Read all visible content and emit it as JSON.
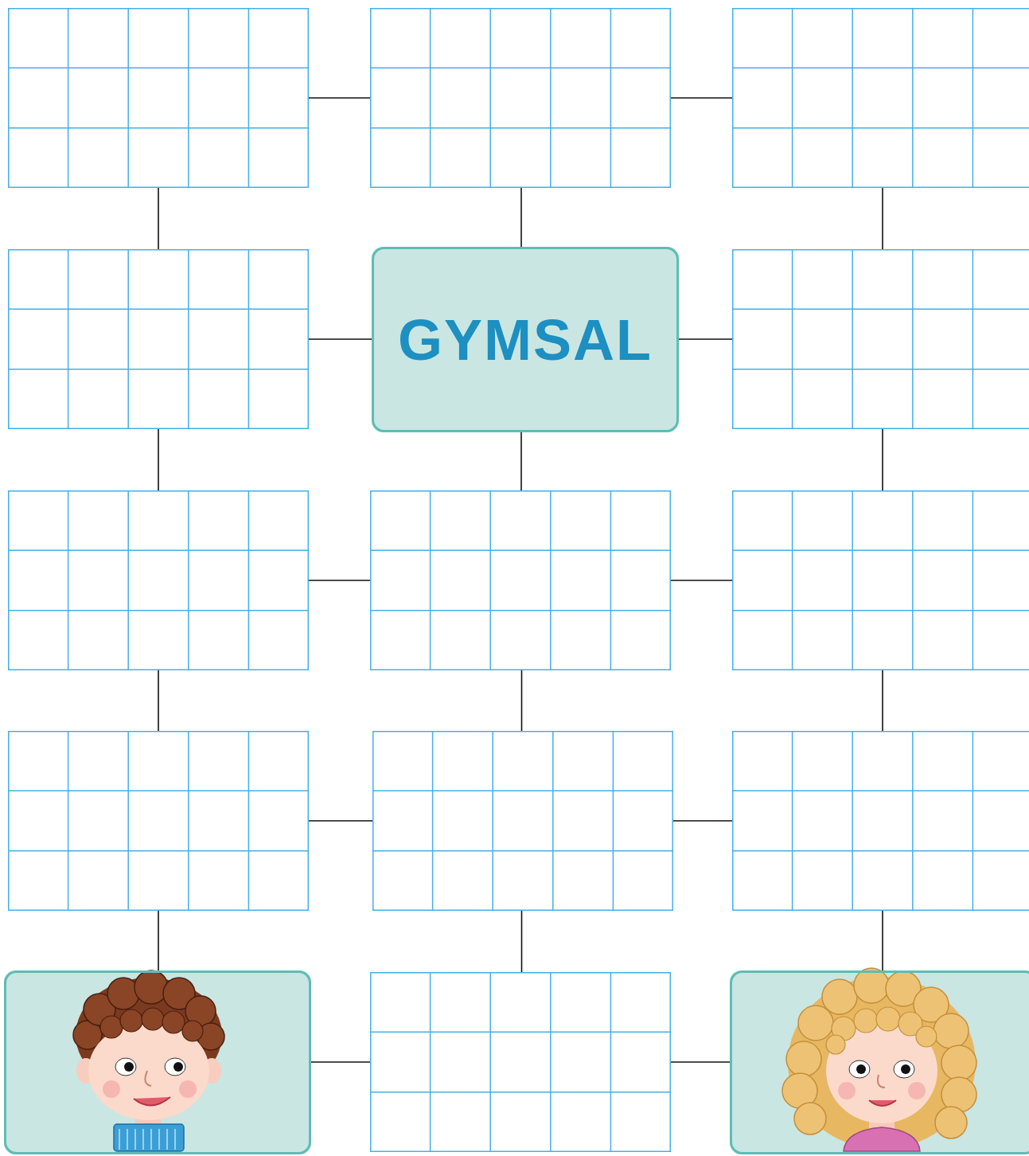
{
  "diagram": {
    "nodes": [
      {
        "text": []
      },
      {
        "text": []
      },
      {
        "text": []
      },
      {
        "text": []
      },
      {
        "text": [
          "GYMSAL"
        ]
      },
      {
        "text": []
      },
      {
        "text": []
      },
      {
        "text": []
      },
      {
        "text": []
      },
      {
        "text": []
      },
      {
        "text": []
      },
      {
        "text": []
      },
      {
        "text": []
      },
      {
        "text": []
      },
      {
        "text": []
      }
    ],
    "edges": [
      {
        "from": 0,
        "to": 1,
        "arrow": "none"
      },
      {
        "from": 1,
        "to": 2,
        "arrow": "none"
      },
      {
        "from": 3,
        "to": 4,
        "arrow": "none"
      },
      {
        "from": 4,
        "to": 5,
        "arrow": "none"
      },
      {
        "from": 6,
        "to": 7,
        "arrow": "none"
      },
      {
        "from": 7,
        "to": 8,
        "arrow": "none"
      },
      {
        "from": 9,
        "to": 10,
        "arrow": "none"
      },
      {
        "from": 10,
        "to": 11,
        "arrow": "none"
      },
      {
        "from": 12,
        "to": 13,
        "arrow": "none"
      },
      {
        "from": 13,
        "to": 14,
        "arrow": "none"
      },
      {
        "from": 0,
        "to": 3,
        "arrow": "none"
      },
      {
        "from": 1,
        "to": 4,
        "arrow": "none"
      },
      {
        "from": 2,
        "to": 5,
        "arrow": "none"
      },
      {
        "from": 3,
        "to": 6,
        "arrow": "none"
      },
      {
        "from": 4,
        "to": 7,
        "arrow": "none"
      },
      {
        "from": 5,
        "to": 8,
        "arrow": "none"
      },
      {
        "from": 6,
        "to": 9,
        "arrow": "none"
      },
      {
        "from": 7,
        "to": 10,
        "arrow": "none"
      },
      {
        "from": 8,
        "to": 11,
        "arrow": "none"
      },
      {
        "from": 9,
        "to": 12,
        "arrow": "none"
      },
      {
        "from": 10,
        "to": 13,
        "arrow": "none"
      },
      {
        "from": 11,
        "to": 14,
        "arrow": "none"
      }
    ]
  }
}
